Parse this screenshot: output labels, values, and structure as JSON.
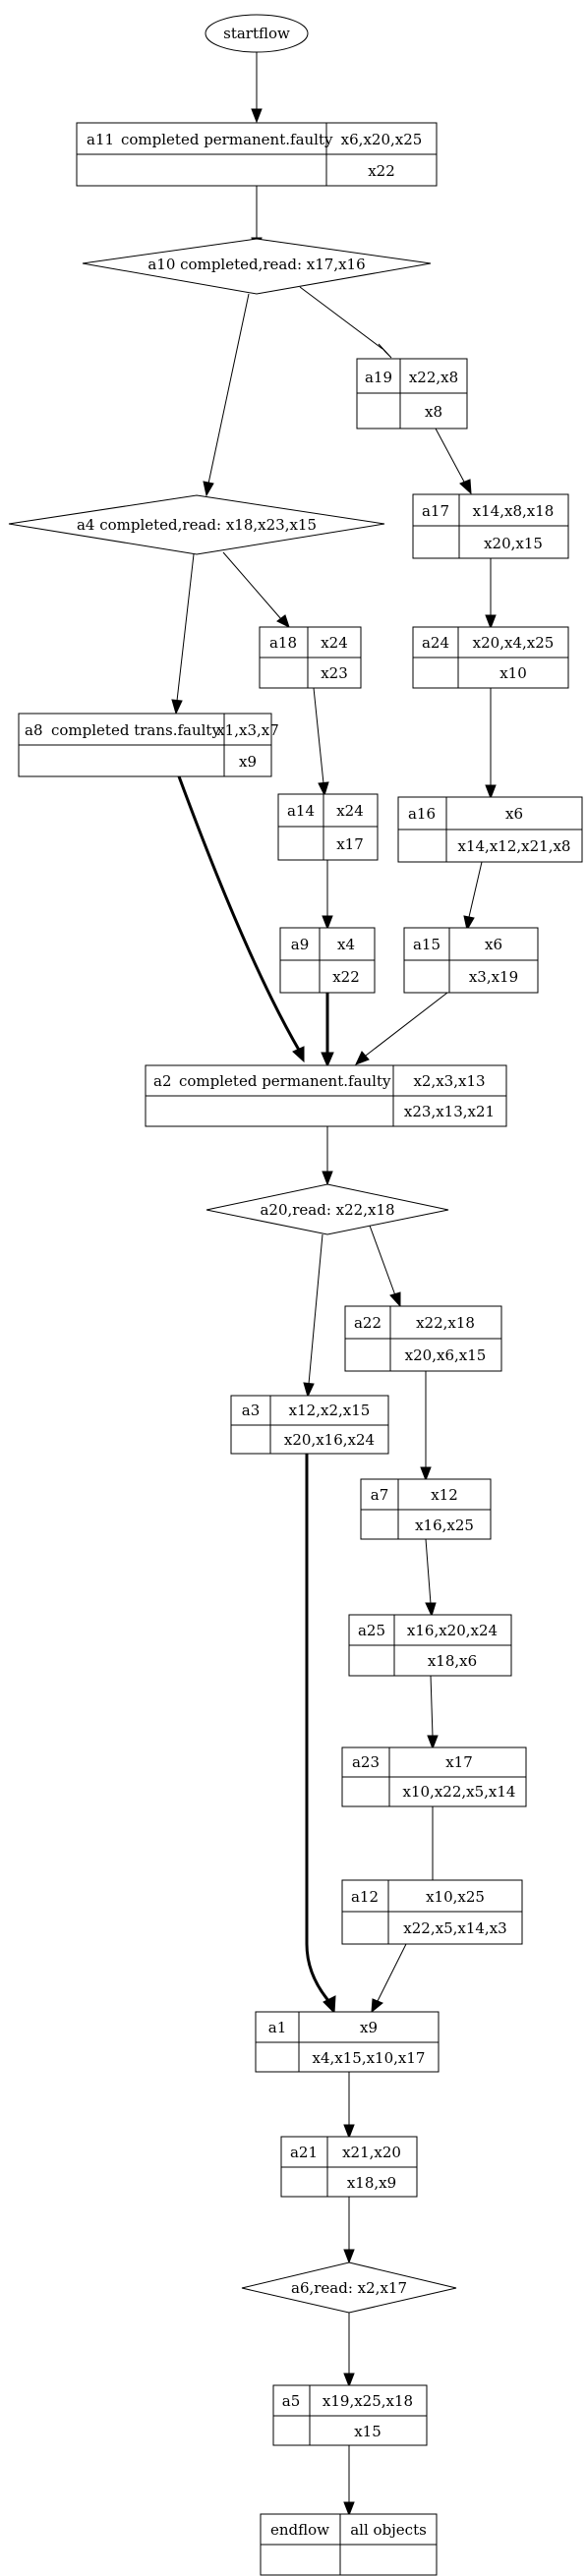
{
  "flow": {
    "start": "startflow",
    "a11": {
      "id": "a11",
      "name": "completed permanent.faulty",
      "top": "x6,x20,x25",
      "bottom": "x22"
    },
    "a10": {
      "label": "a10 completed,read: x17,x16"
    },
    "a19": {
      "id": "a19",
      "top": "x22,x8",
      "bottom": "x8"
    },
    "a4": {
      "label": "a4 completed,read: x18,x23,x15"
    },
    "a17": {
      "id": "a17",
      "top": "x14,x8,x18",
      "bottom": "x20,x15"
    },
    "a18": {
      "id": "a18",
      "top": "x24",
      "bottom": "x23"
    },
    "a24": {
      "id": "a24",
      "top": "x20,x4,x25",
      "bottom": "x10"
    },
    "a8": {
      "id": "a8",
      "name": "completed trans.faulty",
      "top": "x1,x3,x7",
      "bottom": "x9"
    },
    "a14": {
      "id": "a14",
      "top": "x24",
      "bottom": "x17"
    },
    "a16": {
      "id": "a16",
      "top": "x6",
      "bottom": "x14,x12,x21,x8"
    },
    "a9": {
      "id": "a9",
      "top": "x4",
      "bottom": "x22"
    },
    "a15": {
      "id": "a15",
      "top": "x6",
      "bottom": "x3,x19"
    },
    "a2": {
      "id": "a2",
      "name": "completed permanent.faulty",
      "top": "x2,x3,x13",
      "bottom": "x23,x13,x21"
    },
    "a20": {
      "label": "a20,read: x22,x18"
    },
    "a22": {
      "id": "a22",
      "top": "x22,x18",
      "bottom": "x20,x6,x15"
    },
    "a3": {
      "id": "a3",
      "top": "x12,x2,x15",
      "bottom": "x20,x16,x24"
    },
    "a7": {
      "id": "a7",
      "top": "x12",
      "bottom": "x16,x25"
    },
    "a25": {
      "id": "a25",
      "top": "x16,x20,x24",
      "bottom": "x18,x6"
    },
    "a23": {
      "id": "a23",
      "top": "x17",
      "bottom": "x10,x22,x5,x14"
    },
    "a12": {
      "id": "a12",
      "top": "x10,x25",
      "bottom": "x22,x5,x14,x3"
    },
    "a1": {
      "id": "a1",
      "top": "x9",
      "bottom": "x4,x15,x10,x17"
    },
    "a21": {
      "id": "a21",
      "top": "x21,x20",
      "bottom": "x18,x9"
    },
    "a6": {
      "label": "a6,read: x2,x17"
    },
    "a5": {
      "id": "a5",
      "top": "x19,x25,x18",
      "bottom": "x15"
    },
    "end": {
      "id": "endflow",
      "top": "all objects",
      "bottom": ""
    }
  }
}
